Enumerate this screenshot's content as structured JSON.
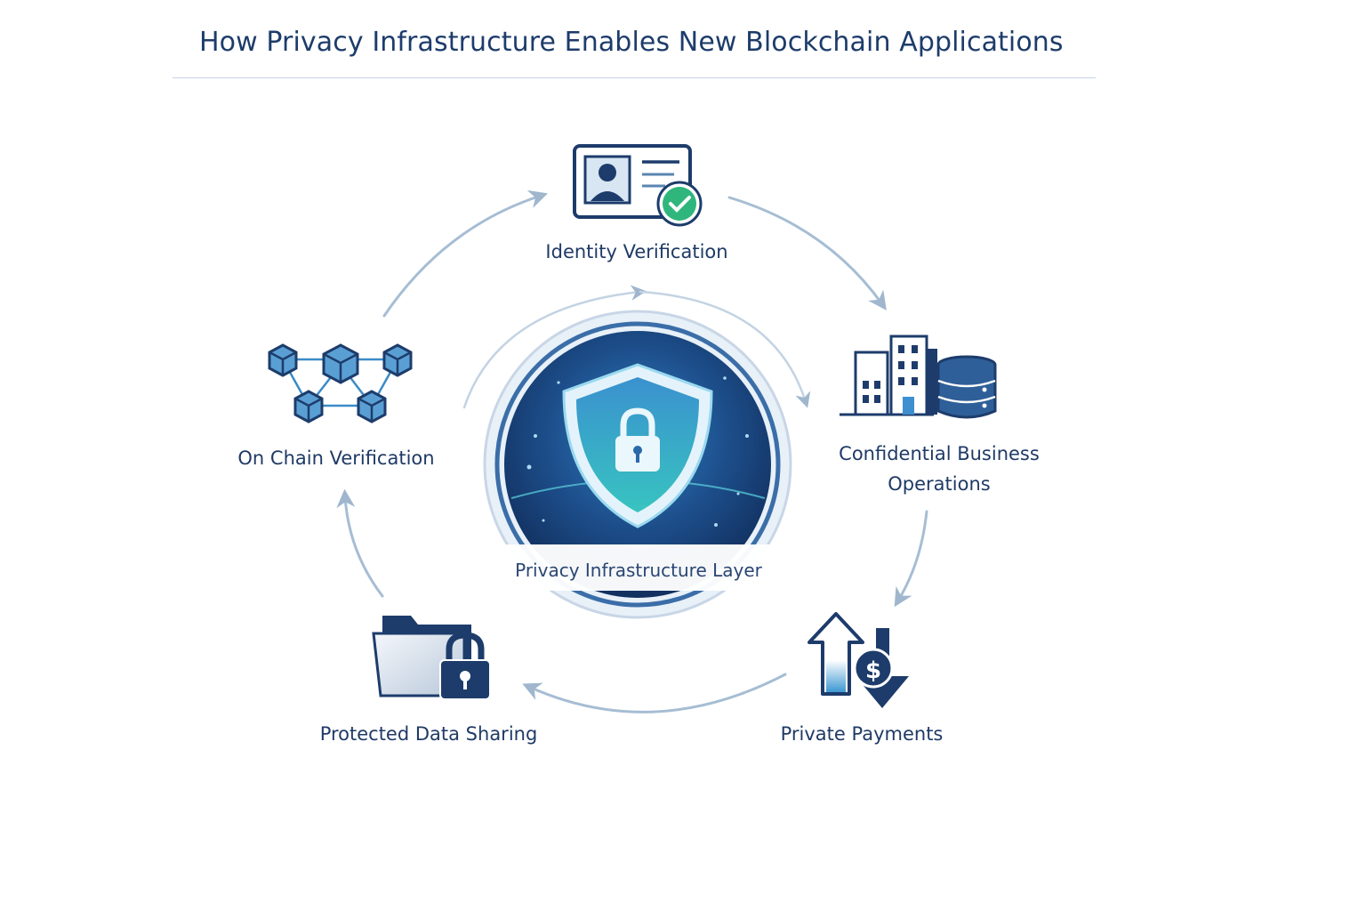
{
  "title": "How Privacy Infrastructure Enables New Blockchain Applications",
  "center": {
    "label": "Privacy Infrastructure Layer",
    "icon": "shield-lock-icon"
  },
  "nodes": [
    {
      "id": "identity",
      "label": "Identity Verification",
      "icon": "id-card-check-icon"
    },
    {
      "id": "confidential",
      "label": "Confidential Business Operations",
      "icon": "buildings-database-icon"
    },
    {
      "id": "payments",
      "label": "Private Payments",
      "icon": "payment-arrows-icon"
    },
    {
      "id": "data",
      "label": "Protected Data Sharing",
      "icon": "locked-folder-icon"
    },
    {
      "id": "onchain",
      "label": "On Chain Verification",
      "icon": "block-network-icon"
    }
  ],
  "colors": {
    "navy": "#1d3c6b",
    "blue": "#2f5f98",
    "light_blue": "#5a9fd4",
    "teal": "#4fd3c8",
    "green": "#2fb67c",
    "arrow": "#a6bdd3"
  }
}
